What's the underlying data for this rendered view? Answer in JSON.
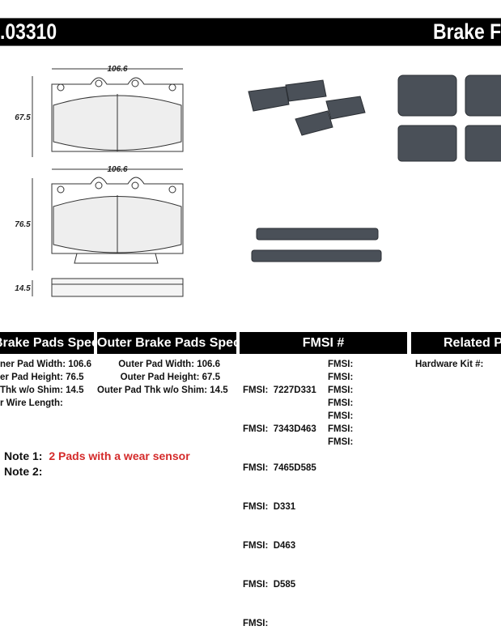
{
  "header": {
    "part_number": ".03310",
    "title": "Brake F"
  },
  "drawing": {
    "dims": {
      "outer_width": "106.6",
      "outer_height": "67.5",
      "inner_width": "106.6",
      "inner_height": "76.5",
      "thickness": "14.5"
    }
  },
  "tables": {
    "inner": {
      "header": "Brake Pads Specs",
      "rows": [
        "ner Pad Width: 106.6",
        "er Pad Height: 76.5",
        "Thk w/o Shim: 14.5",
        "r Wire Length:"
      ]
    },
    "outer": {
      "header": "Outer Brake Pads Specs",
      "rows": [
        "Outer Pad Width: 106.6",
        "Outer Pad Height: 67.5",
        "Outer Pad Thk w/o Shim: 14.5"
      ]
    },
    "fmsi": {
      "header": "FMSI #",
      "col1": [
        "FMSI:  7227D331",
        "FMSI:  7343D463",
        "FMSI:  7465D585",
        "FMSI:  D331",
        "FMSI:  D463",
        "FMSI:  D585",
        "FMSI:"
      ],
      "col2": [
        "FMSI:",
        "FMSI:",
        "FMSI:",
        "FMSI:",
        "FMSI:",
        "FMSI:",
        "FMSI:"
      ]
    },
    "related": {
      "header": "Related Par",
      "rows": [
        "Hardware Kit #:"
      ]
    }
  },
  "notes": [
    {
      "label": "Note 1:",
      "value": "2 Pads with a wear sensor",
      "color": "#d42a2a"
    },
    {
      "label": "Note 2:",
      "value": ""
    }
  ]
}
